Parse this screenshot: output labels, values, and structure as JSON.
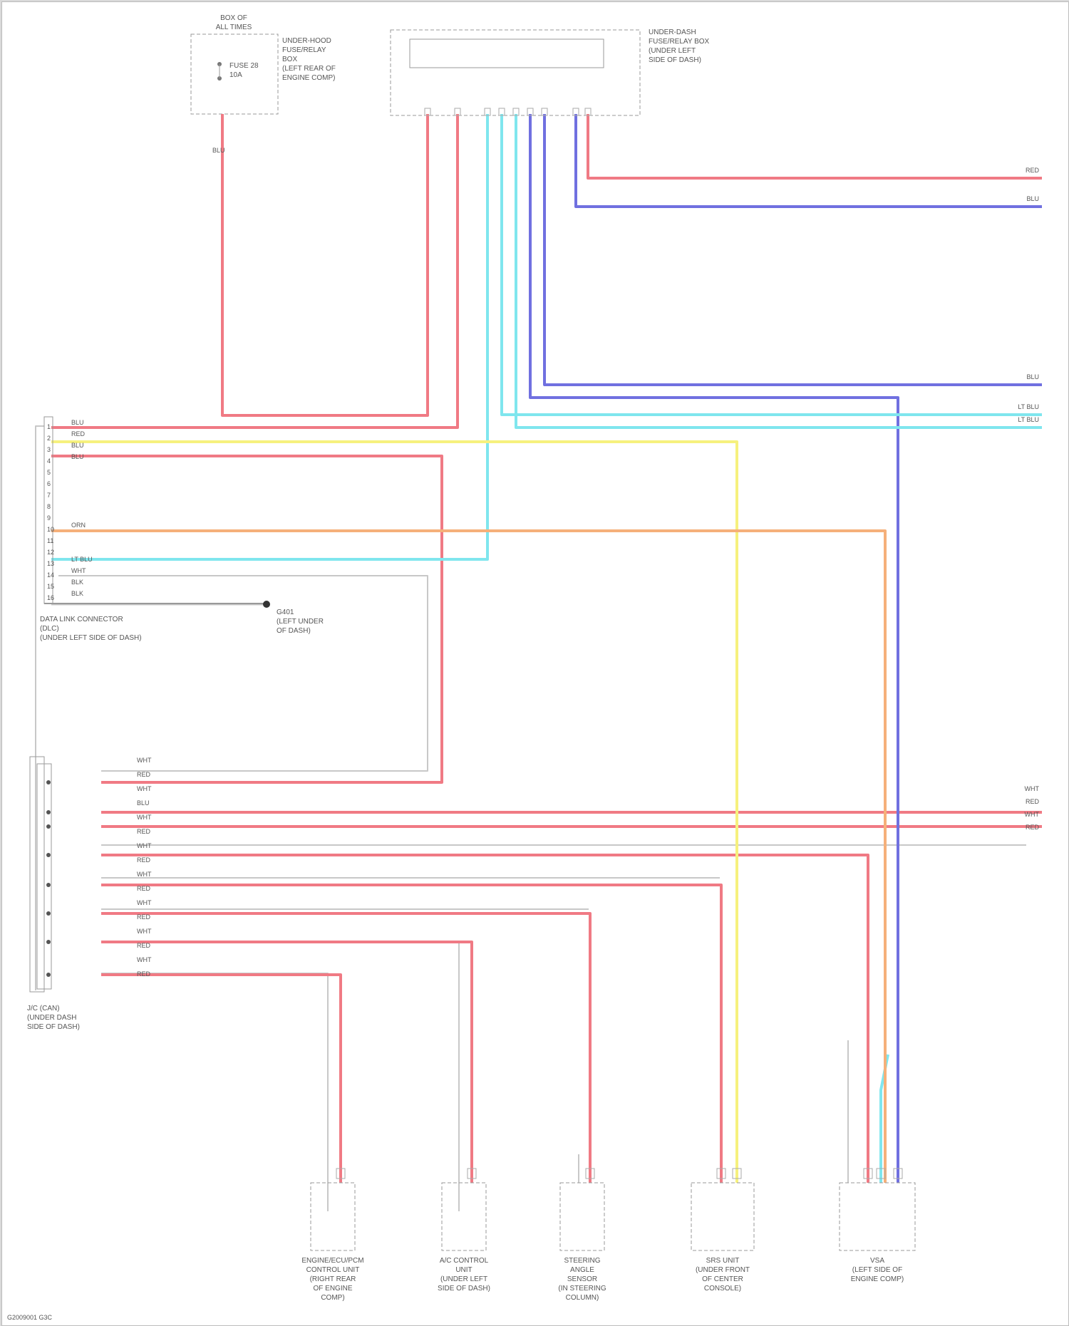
{
  "diagram": {
    "colors": {
      "red": "#f07a84",
      "violet": "#7070e0",
      "cyan": "#7fe6ee",
      "yellow": "#f6f17e",
      "orange": "#f5b07a",
      "gray": "#c8c8c8",
      "box": "#8a8a8a"
    },
    "components": [
      {
        "id": "fuse",
        "lines": [
          "BOX OF",
          "ALL TIMES"
        ]
      },
      {
        "id": "fuse-desc",
        "lines": [
          "UNDER-HOOD",
          "FUSE/RELAY",
          "BOX",
          "(LEFT REAR OF",
          "ENGINE COMP)"
        ]
      },
      {
        "id": "fuse-no",
        "lines": [
          "FUSE 28",
          "10A"
        ]
      },
      {
        "id": "bcm",
        "lines": [
          "UNDER-DASH",
          "FUSE/RELAY BOX",
          "(UNDER LEFT",
          "SIDE OF DASH)"
        ]
      },
      {
        "id": "dlc",
        "lines": [
          "DATA LINK CONNECTOR",
          "(DLC)",
          "(UNDER LEFT SIDE OF DASH)"
        ]
      },
      {
        "id": "ground",
        "lines": [
          "G401",
          "(LEFT UNDER",
          "OF DASH)"
        ]
      },
      {
        "id": "joint",
        "lines": [
          "J/C (CAN)",
          "(UNDER DASH",
          "SIDE OF DASH)"
        ]
      },
      {
        "id": "ecm",
        "lines": [
          "ENGINE/ECU/PCM",
          "CONTROL UNIT",
          "(RIGHT REAR",
          "OF ENGINE",
          "COMP)"
        ]
      },
      {
        "id": "hvac",
        "lines": [
          "A/C CONTROL",
          "UNIT",
          "(UNDER LEFT",
          "SIDE OF DASH)"
        ]
      },
      {
        "id": "steer",
        "lines": [
          "STEERING",
          "ANGLE",
          "SENSOR",
          "(IN STEERING",
          "COLUMN)"
        ]
      },
      {
        "id": "srs",
        "lines": [
          "SRS UNIT",
          "(UNDER FRONT",
          "OF CENTER",
          "CONSOLE)"
        ]
      },
      {
        "id": "vsa",
        "lines": [
          "VSA",
          "(LEFT SIDE OF",
          "ENGINE COMP)"
        ]
      }
    ],
    "wire_labels": {
      "fuse_out": "BLU",
      "top_right": [
        "RED",
        "BLU",
        "BLU",
        "LT BLU",
        "LT BLU"
      ],
      "dlc_pins": [
        "1",
        "2",
        "3",
        "4",
        "5",
        "6",
        "7",
        "8",
        "9",
        "10",
        "11",
        "12",
        "13",
        "14",
        "15",
        "16"
      ],
      "dlc_wires": [
        "BLU",
        "RED",
        "BLU",
        "BLU",
        "",
        "",
        "",
        "",
        "",
        "ORN",
        "",
        "",
        "LT BLU",
        "WHT",
        "BLK",
        "BLK"
      ],
      "jc_wires": [
        "WHT",
        "RED",
        "WHT",
        "BLU",
        "WHT",
        "RED",
        "WHT",
        "RED",
        "WHT",
        "RED",
        "WHT",
        "RED",
        "WHT",
        "RED",
        "WHT",
        "RED"
      ],
      "right_mid": [
        "WHT",
        "RED",
        "WHT",
        "RED"
      ]
    },
    "footer": "G2009001 G3C"
  }
}
